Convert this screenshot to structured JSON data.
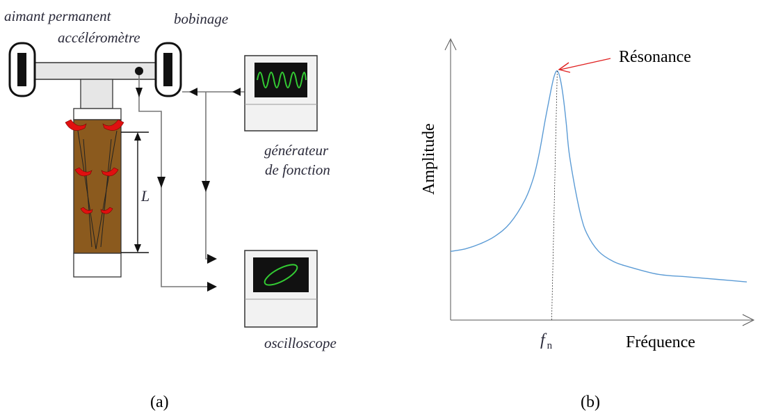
{
  "panel_a": {
    "label_permanent_magnet": "aimant permanent",
    "label_accelerometer": "accéléromètre",
    "label_coil": "bobinage",
    "label_length": "L",
    "label_generator_line1": "générateur",
    "label_generator_line2": "de fonction",
    "label_oscilloscope": "oscilloscope",
    "caption": "(a)",
    "colors": {
      "sample": "#8B5A1E",
      "screen": "#111111",
      "generator_trace": "#33cc33",
      "scope_trace": "#33cc33",
      "mode_arrows": "#e01010"
    },
    "icons": [
      "magnet-icon",
      "coil-icon",
      "accelerometer-dot",
      "function-generator",
      "oscilloscope"
    ]
  },
  "panel_b": {
    "caption": "(b)",
    "annotation": "Résonance",
    "annotation_color": "#e02020",
    "chart_data": {
      "type": "line",
      "title": "",
      "xlabel": "Fréquence",
      "ylabel": "Amplitude",
      "x_marker_label_main": "f",
      "x_marker_label_sub": "n",
      "curve_color": "#5b9bd5",
      "grid": false,
      "series": [
        {
          "x": [
            0.0,
            0.05,
            0.1,
            0.15,
            0.2,
            0.25,
            0.28,
            0.3,
            0.32,
            0.34,
            0.35,
            0.36,
            0.37,
            0.38,
            0.39,
            0.4,
            0.42,
            0.44,
            0.46,
            0.5,
            0.55,
            0.6,
            0.7,
            0.8,
            0.9,
            1.0
          ],
          "y": [
            0.27,
            0.28,
            0.3,
            0.33,
            0.38,
            0.47,
            0.56,
            0.66,
            0.79,
            0.91,
            0.96,
            0.98,
            0.95,
            0.88,
            0.78,
            0.66,
            0.52,
            0.41,
            0.34,
            0.27,
            0.23,
            0.21,
            0.18,
            0.17,
            0.16,
            0.15
          ]
        }
      ],
      "peak_x": 0.36,
      "xlim": [
        0,
        1
      ],
      "ylim": [
        0,
        1.1
      ]
    }
  }
}
